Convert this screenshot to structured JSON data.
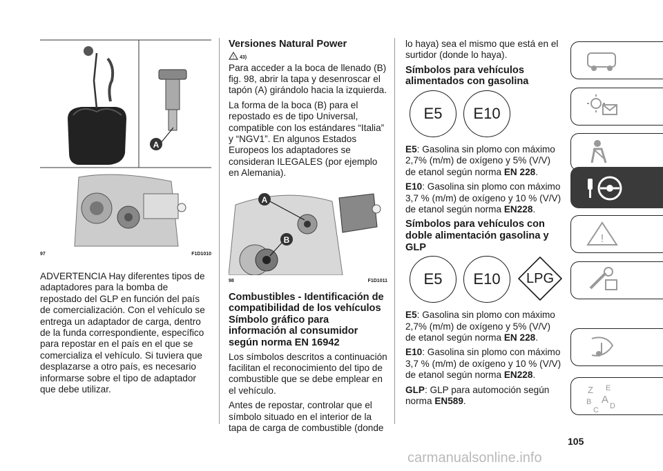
{
  "figure97": {
    "number": "97",
    "code": "F1D1010",
    "label_a": "A"
  },
  "figure98": {
    "number": "98",
    "code": "F1D1011",
    "label_a": "A",
    "label_b": "B"
  },
  "col1": {
    "advertencia": "ADVERTENCIA Hay diferentes tipos de adaptadores para la bomba de repostado del GLP en función del país de comercialización. Con el vehículo se entrega un adaptador de carga, dentro de la funda correspondiente, específico para repostar en el país en el que se comercializa el vehículo. Si tuviera que desplazarse a otro país, es necesario informarse sobre el tipo de adaptador que debe utilizar."
  },
  "col2": {
    "heading": "Versiones Natural Power",
    "ref": "43)",
    "p1": "Para acceder a la boca de llenado (B) fig. 98, abrir la tapa y desenroscar el tapón (A) girándolo hacia la izquierda.",
    "p2": "La forma de la boca (B) para el repostado es de tipo Universal, compatible con los estándares “Italia” y “NGV1”. En algunos Estados Europeos los adaptadores se consideran ILEGALES (por ejemplo en Alemania).",
    "heading2": "Combustibles - Identificación de compatibilidad de los vehículos Símbolo gráfico para información al consumidor según norma EN 16942",
    "p3": "Los símbolos descritos a continuación facilitan el reconocimiento del tipo de combustible que se debe emplear en el vehículo.",
    "p4": "Antes de repostar, controlar que el símbolo situado en el interior de la tapa de carga de combustible (donde"
  },
  "col3": {
    "p0": "lo haya) sea el mismo que está en el surtidor (donde lo haya).",
    "heading1": "Símbolos para vehículos alimentados con gasolina",
    "sym_e5": "E5",
    "sym_e10": "E10",
    "sym_lpg": "LPG",
    "e5_label": "E5",
    "e5_text": ": Gasolina sin plomo con máximo 2,7% (m/m) de oxígeno y 5% (V/V) de etanol según norma ",
    "e5_norm": "EN 228",
    "e5_end": ".",
    "e10_label": "E10",
    "e10_text": ": Gasolina sin plomo con máximo 3,7 % (m/m) de oxígeno y 10 % (V/V) de etanol según norma ",
    "e10_norm": "EN228",
    "e10_end": ".",
    "heading2": "Símbolos para vehículos con doble alimentación gasolina y GLP",
    "e5b_label": "E5",
    "e5b_text": ": Gasolina sin plomo con máximo 2,7% (m/m) de oxígeno y 5% (V/V) de etanol según norma ",
    "e5b_norm": "EN 228",
    "e5b_end": ".",
    "e10b_label": "E10",
    "e10b_text": ": Gasolina sin plomo con máximo 3,7 % (m/m) de oxígeno y 10 % (V/V) de etanol según norma ",
    "e10b_norm": "EN228",
    "e10b_end": ".",
    "glp_label": "GLP",
    "glp_text": ": GLP para automoción según norma ",
    "glp_norm": "EN589",
    "glp_end": "."
  },
  "tabs": [
    {
      "icon": "car-dashboard-icon",
      "active": false
    },
    {
      "icon": "sun-lights-icon",
      "active": false
    },
    {
      "icon": "seat-belt-safety-icon",
      "active": false
    },
    {
      "icon": "steering-wheel-key-icon",
      "active": true
    },
    {
      "icon": "warning-triangle-icon",
      "active": false
    },
    {
      "icon": "wrench-maintenance-icon",
      "active": false
    },
    {
      "icon": "music-nav-icon",
      "active": false
    },
    {
      "icon": "alphabetical-index-icon",
      "active": false
    }
  ],
  "page_number": "105",
  "watermark": "carmanualsonline.info"
}
